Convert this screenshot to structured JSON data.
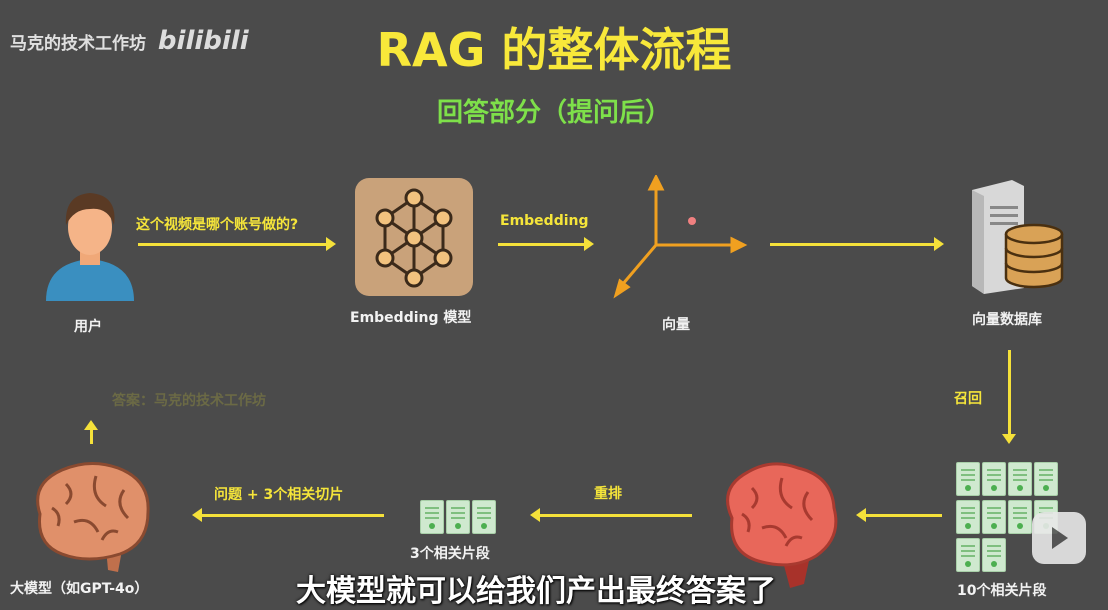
{
  "watermark": {
    "channel": "马克的技术工作坊",
    "logo": "bilibili"
  },
  "title": "RAG 的整体流程",
  "subtitle": "回答部分（提问后）",
  "nodes": {
    "user": "用户",
    "embedding_model": "Embedding 模型",
    "vector": "向量",
    "vector_db": "向量数据库",
    "ten_chunks": "10个相关片段",
    "three_chunks": "3个相关片段",
    "llm": "大模型（如GPT-4o）"
  },
  "edges": {
    "question": "这个视频是哪个账号做的?",
    "embedding": "Embedding",
    "recall": "召回",
    "rerank": "重排",
    "to_llm": "问题 + 3个相关切片"
  },
  "answer": "答案：马克的技术工作坊",
  "caption": "大模型就可以给我们产出最终答案了",
  "colors": {
    "background": "#4b4b4b",
    "title": "#f8e83a",
    "subtitle": "#7ee04a",
    "arrow": "#f5e13a"
  }
}
